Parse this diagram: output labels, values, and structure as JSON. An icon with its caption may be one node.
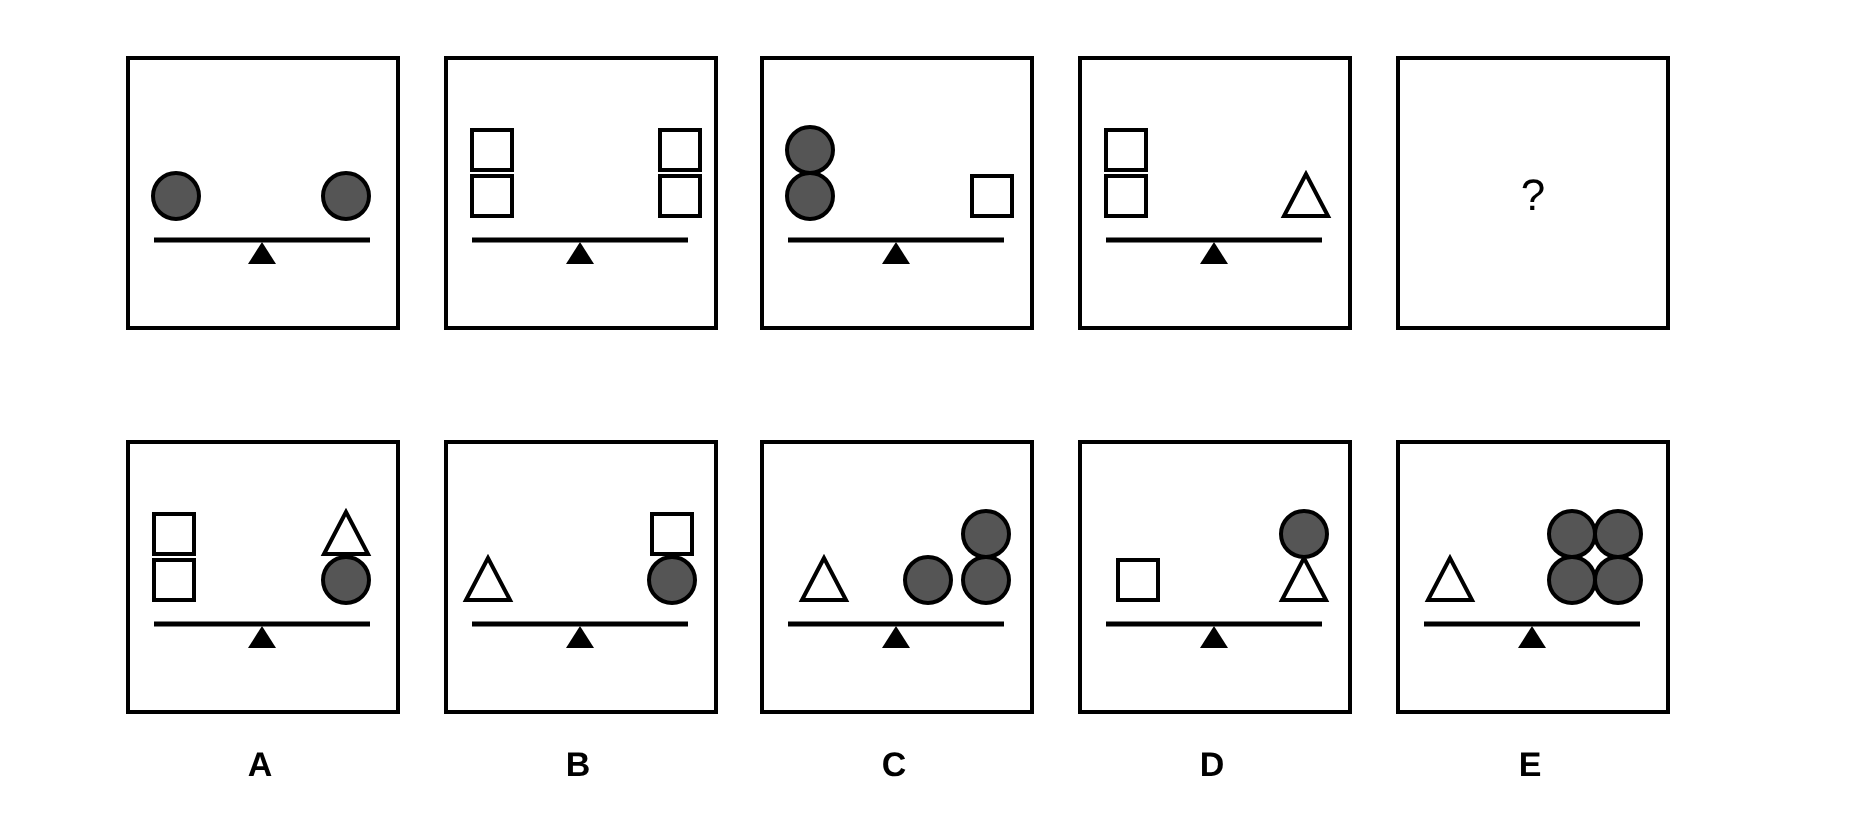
{
  "diagram": {
    "nodes": [
      {
        "text": [],
        "shape": "box"
      },
      {
        "text": [],
        "shape": "box"
      },
      {
        "text": [],
        "shape": "box"
      },
      {
        "text": [],
        "shape": "box"
      },
      {
        "text": [
          "?"
        ]
      },
      {
        "text": [],
        "shape": "box"
      },
      {
        "text": [],
        "shape": "box"
      },
      {
        "text": [],
        "shape": "box"
      },
      {
        "text": [],
        "shape": "box"
      },
      {
        "text": [],
        "shape": "box"
      }
    ],
    "labels": [
      "A",
      "B",
      "C",
      "D",
      "E"
    ]
  }
}
